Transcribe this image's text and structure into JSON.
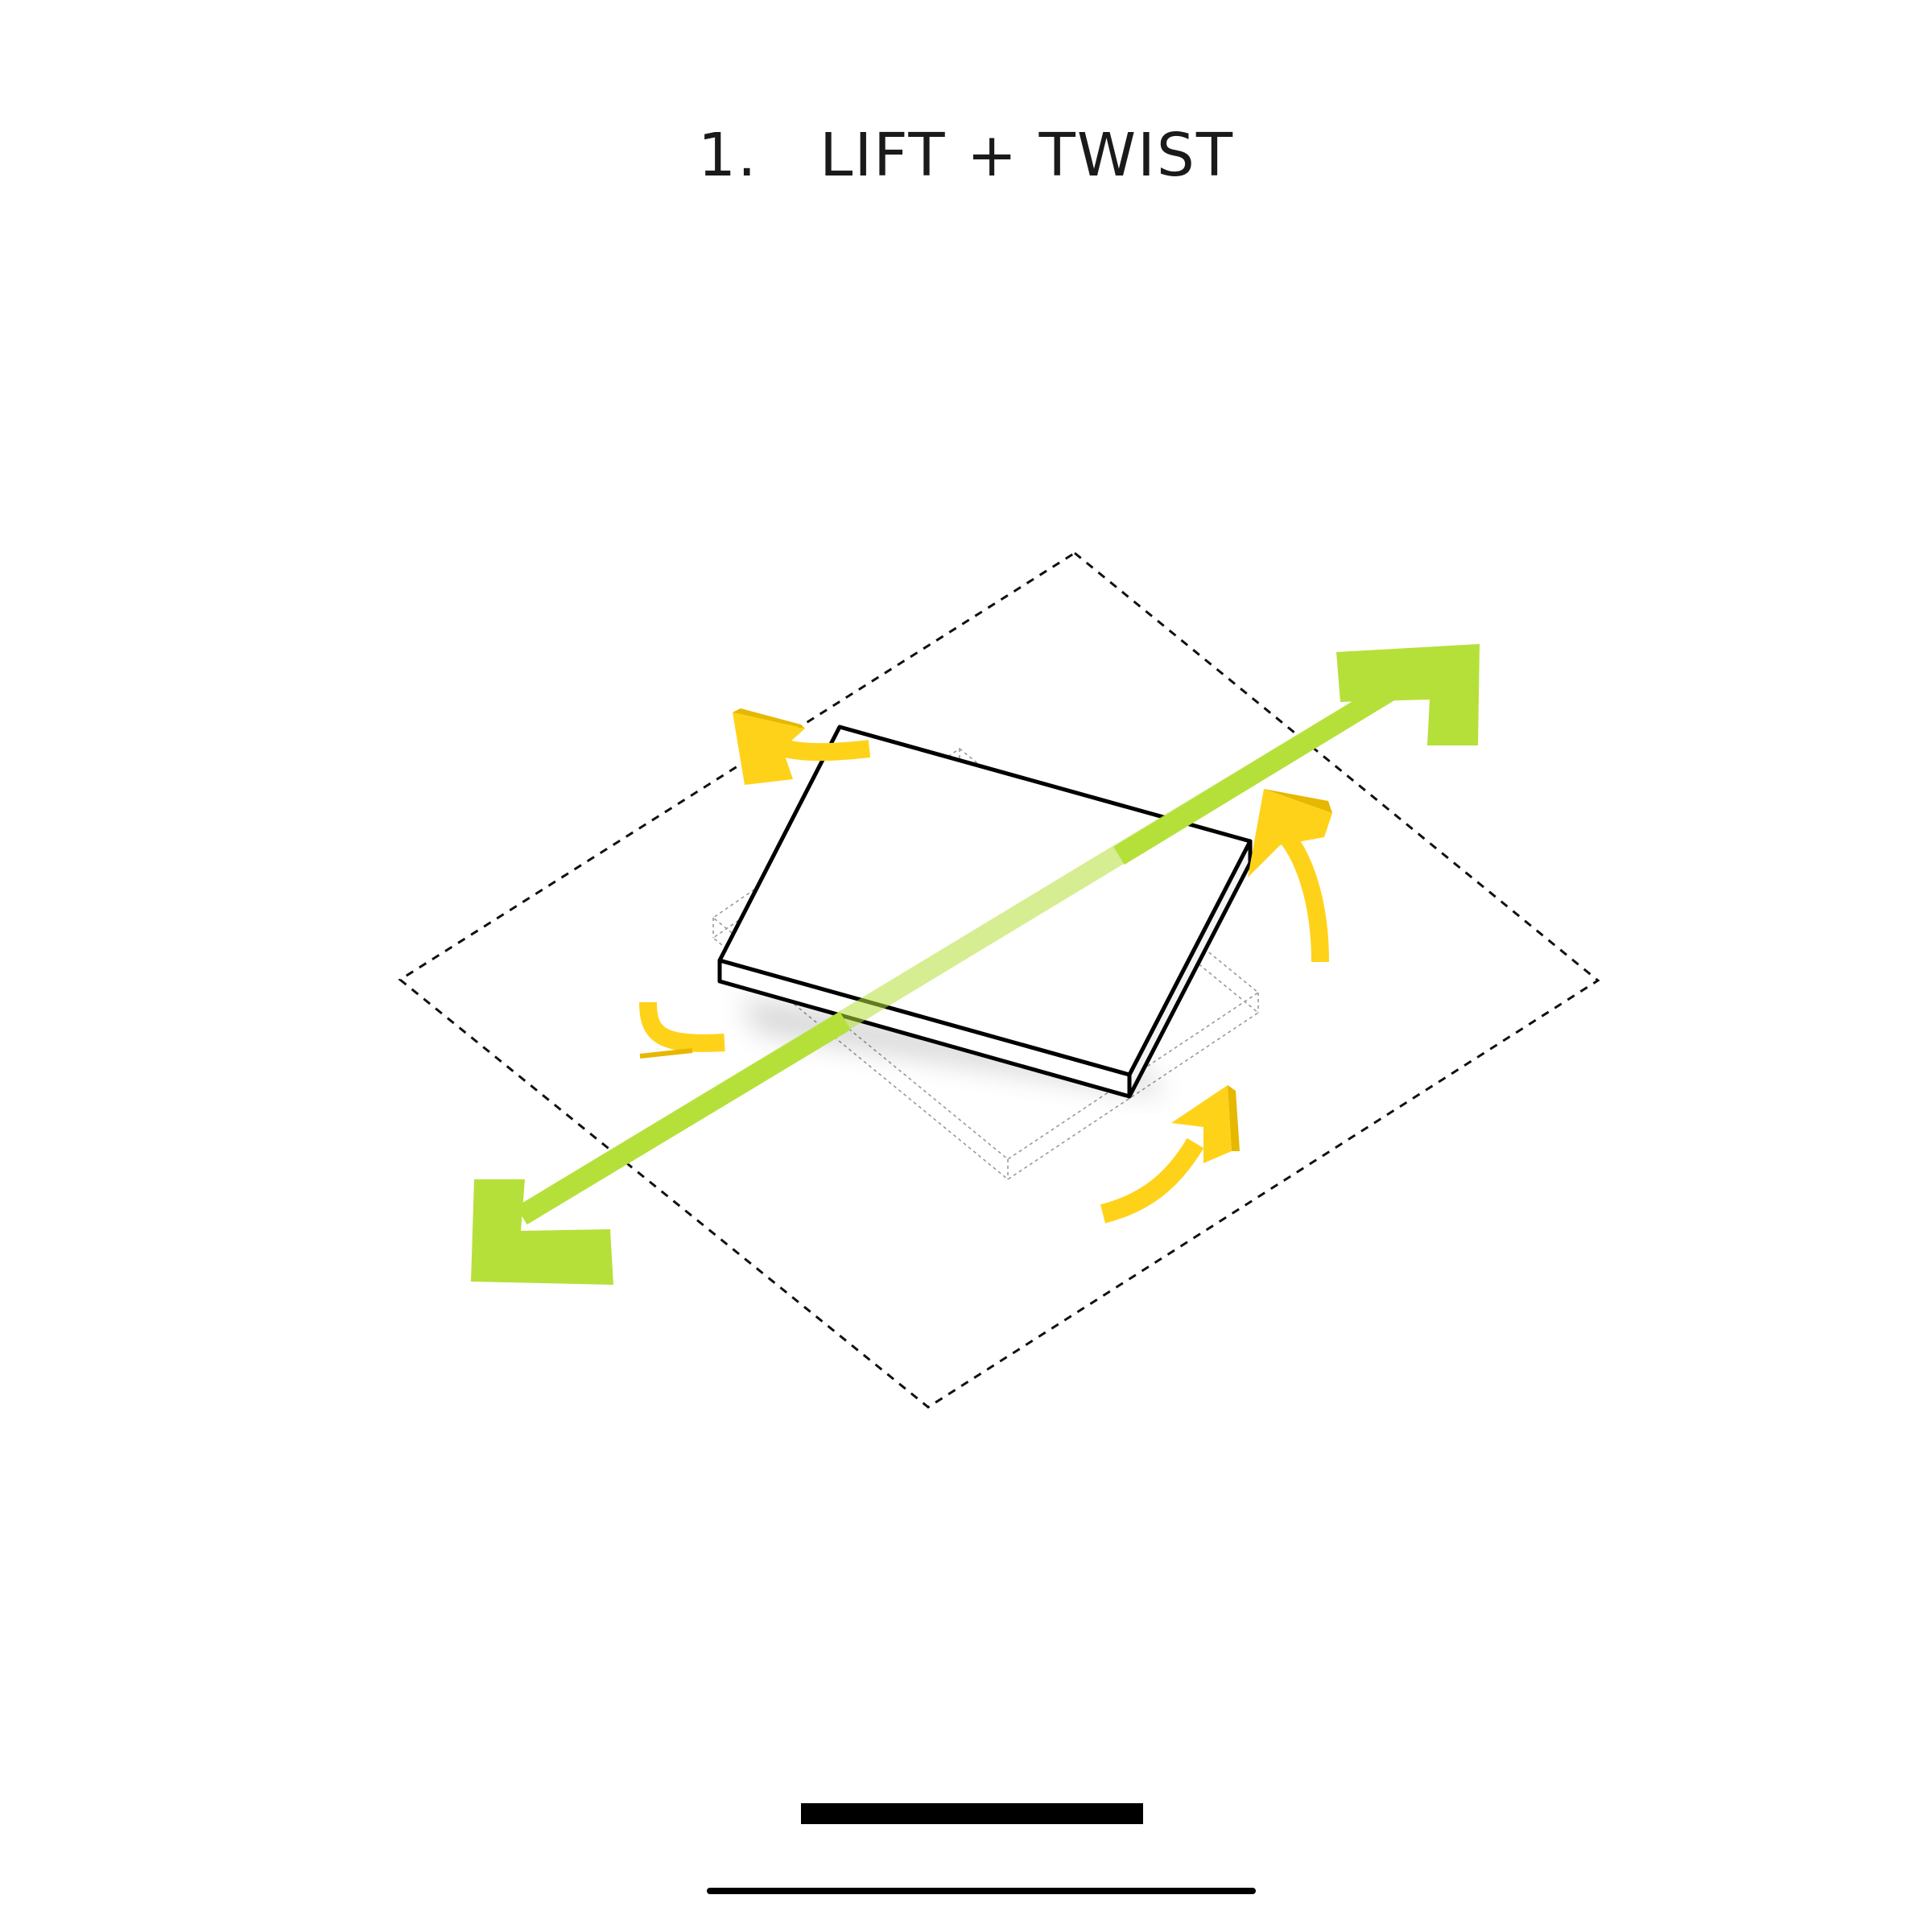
{
  "title": "1.   LIFT + TWIST",
  "colors": {
    "axis_arrow": "#b5e03a",
    "rotation_arrows": "#ffd21a",
    "slab_outline": "#000000",
    "ghost_outline": "#9a9a9a",
    "site_boundary": "#111111"
  },
  "icons": {
    "axis": "double-headed-arrow",
    "rotation": "curved-arrow"
  }
}
